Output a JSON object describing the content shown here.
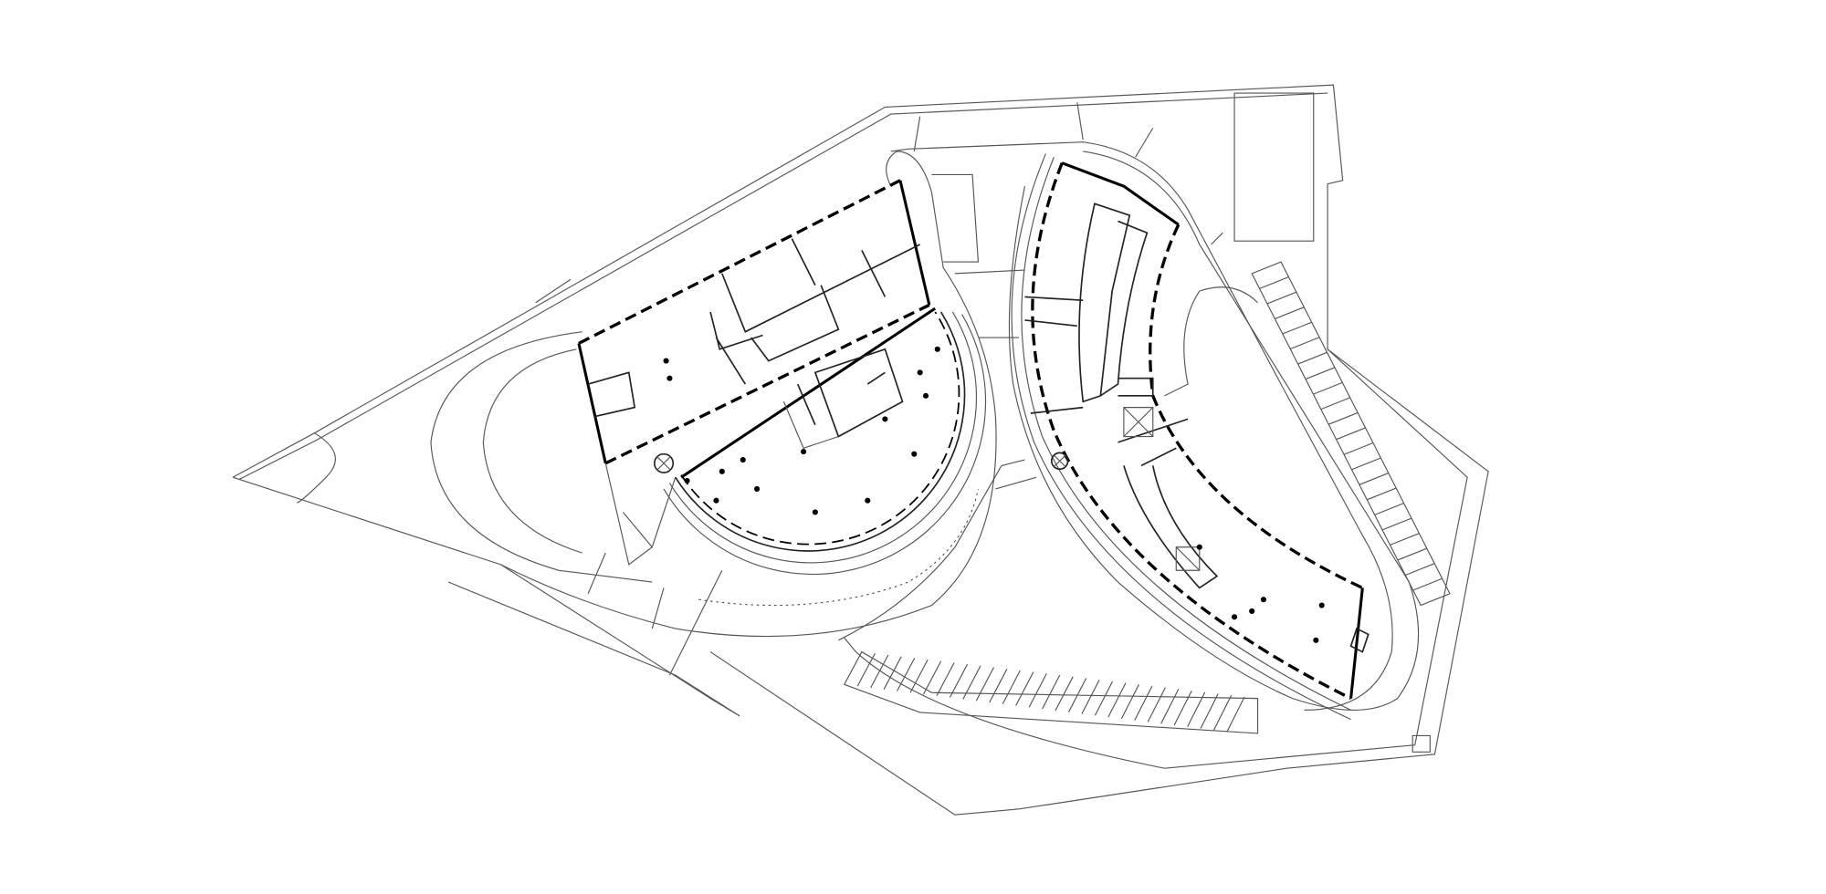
{
  "drawing": {
    "kind": "architectural site floor plan",
    "line_color": "#000000",
    "background_color": "#ffffff",
    "buildings": [
      {
        "name_shown": "",
        "shape": "rectangular slab with semicircular wing"
      },
      {
        "name_shown": "",
        "shape": "curved crescent wing"
      }
    ]
  }
}
